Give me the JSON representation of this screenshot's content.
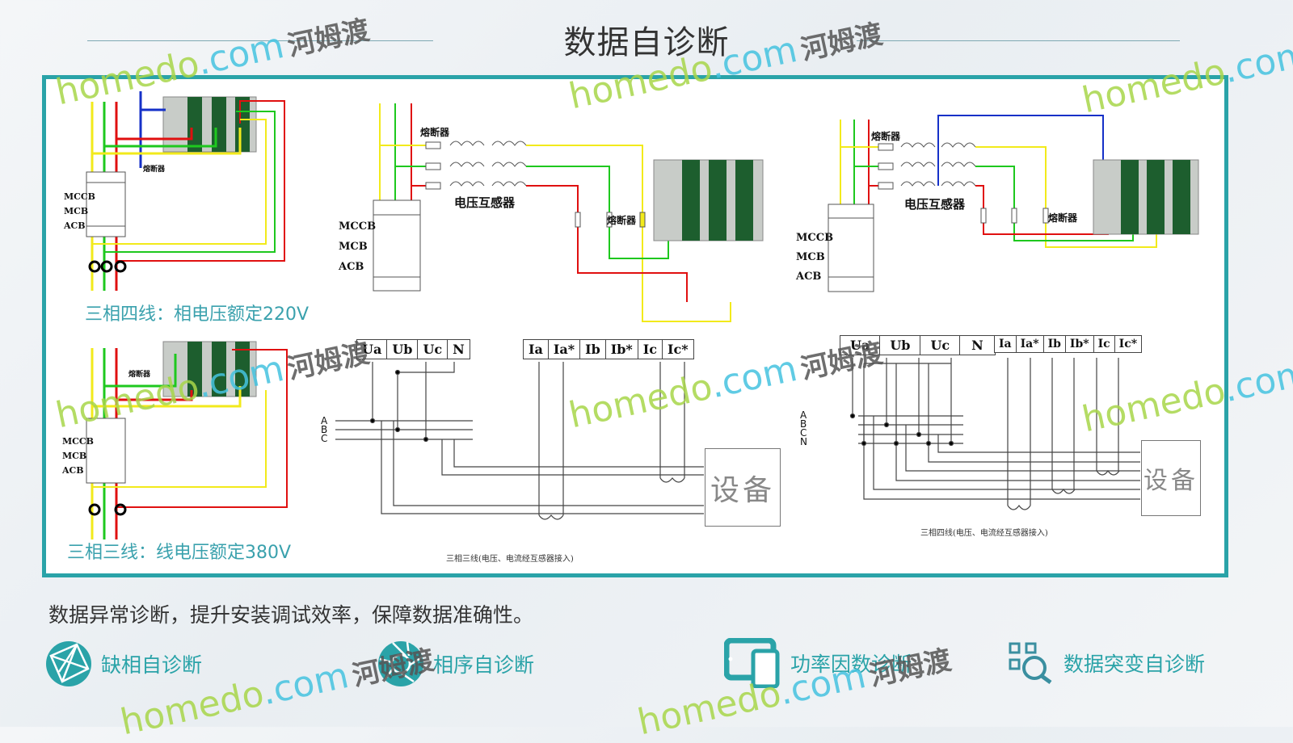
{
  "header": {
    "title": "数据自诊断"
  },
  "diagrams": {
    "top_left": {
      "caption": "三相四线：相电压额定220V",
      "breaker_labels": [
        "MCCB",
        "MCB",
        "ACB"
      ],
      "fuse_label": "熔断器"
    },
    "bottom_left": {
      "caption": "三相三线：线电压额定380V",
      "breaker_labels": [
        "MCCB",
        "MCB",
        "ACB"
      ],
      "fuse_label": "熔断器"
    },
    "top_middle": {
      "breaker_labels": [
        "MCCB",
        "MCB",
        "ACB"
      ],
      "fuse_label": "熔断器",
      "pt_label": "电压互感器",
      "fuse_label_2": "熔断器"
    },
    "top_right": {
      "breaker_labels": [
        "MCCB",
        "MCB",
        "ACB"
      ],
      "fuse_label": "熔断器",
      "pt_label": "电压互感器",
      "fuse_label_2": "熔断器"
    },
    "schematic_3p3w": {
      "voltage_terminals": [
        "Ua",
        "Ub",
        "Uc",
        "N"
      ],
      "current_terminals": [
        "Ia",
        "Ia*",
        "Ib",
        "Ib*",
        "Ic",
        "Ic*"
      ],
      "phase_labels": [
        "A",
        "B",
        "C"
      ],
      "device_label": "设备",
      "caption": "三相三线(电压、电流经互感器接入)"
    },
    "schematic_3p4w": {
      "voltage_terminals": [
        "Ua",
        "Ub",
        "Uc",
        "N"
      ],
      "current_terminals": [
        "Ia",
        "Ia*",
        "Ib",
        "Ib*",
        "Ic",
        "Ic*"
      ],
      "phase_labels": [
        "A",
        "B",
        "C",
        "N"
      ],
      "device_label": "设备",
      "caption": "三相四线(电压、电流经互感器接入)"
    }
  },
  "description": "数据异常诊断，提升安装调试效率，保障数据准确性。",
  "features": [
    {
      "icon": "globe-network-icon",
      "label": "缺相自诊断"
    },
    {
      "icon": "camera-aperture-icon",
      "label": "相序自诊断"
    },
    {
      "icon": "tablet-phone-icon",
      "label": "功率因数诊断"
    },
    {
      "icon": "qr-search-icon",
      "label": "数据突变自诊断"
    }
  ],
  "watermark": {
    "site": "homedo",
    "tld": ".com",
    "cn": "河姆渡"
  },
  "colors": {
    "accent": "#2aa3a8",
    "phase_a": "#f2ea1b",
    "phase_b": "#1ec81e",
    "phase_c": "#e01010",
    "neutral": "#1530c8"
  }
}
